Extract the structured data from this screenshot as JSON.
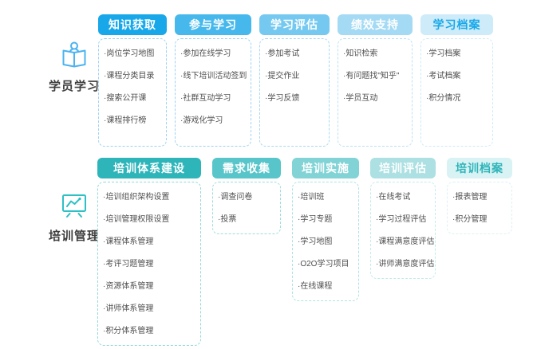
{
  "bullet": "·",
  "rows": [
    {
      "label": "学员学习",
      "icon": "reader-icon",
      "icon_color": "#4bb3f0",
      "columns": [
        {
          "title": "知识获取",
          "header_bg": "#18a8e9",
          "header_text": "#ffffff",
          "border": "#9cd3f0",
          "items": [
            "岗位学习地图",
            "课程分类目录",
            "搜索公开课",
            "课程排行榜"
          ]
        },
        {
          "title": "参与学习",
          "header_bg": "#47b8ec",
          "header_text": "#ffffff",
          "border": "#9cd3f0",
          "items": [
            "参加在线学习",
            "线下培训活动签到",
            "社群互动学习",
            "游戏化学习"
          ]
        },
        {
          "title": "学习评估",
          "header_bg": "#75c9f0",
          "header_text": "#ffffff",
          "border": "#a6d9f2",
          "items": [
            "参加考试",
            "提交作业",
            "学习反馈"
          ]
        },
        {
          "title": "绩效支持",
          "header_bg": "#a4daf4",
          "header_text": "#ffffff",
          "border": "#b9e2f5",
          "items": [
            "知识检索",
            "有问题找\"知乎\"",
            "学员互动"
          ]
        },
        {
          "title": "学习档案",
          "header_bg": "#cdebf9",
          "header_text": "#18a8e9",
          "border": "#cfeaf8",
          "items": [
            "学习档案",
            "考试档案",
            "积分情况"
          ]
        }
      ]
    },
    {
      "label": "培训管理",
      "icon": "presentation-chart-icon",
      "icon_color": "#2dc0c5",
      "columns": [
        {
          "title": "培训体系建设",
          "header_bg": "#2db5ba",
          "header_text": "#ffffff",
          "border": "#92d8da",
          "items": [
            "培训组织架构设置",
            "培训管理权限设置",
            "课程体系管理",
            "考评习题管理",
            "资源体系管理",
            "讲师体系管理",
            "积分体系管理"
          ]
        },
        {
          "title": "需求收集",
          "header_bg": "#57c5c9",
          "header_text": "#ffffff",
          "border": "#9edcde",
          "items": [
            "调查问卷",
            "投票"
          ]
        },
        {
          "title": "培训实施",
          "header_bg": "#81d3d6",
          "header_text": "#ffffff",
          "border": "#ace2e4",
          "items": [
            "培训班",
            "学习专题",
            "学习地图",
            "O2O学习项目",
            "在线课程"
          ]
        },
        {
          "title": "培训评估",
          "header_bg": "#ace0e2",
          "header_text": "#ffffff",
          "border": "#c2ebec",
          "items": [
            "在线考试",
            "学习过程评估",
            "课程满意度评估",
            "讲师满意度评估"
          ]
        },
        {
          "title": "培训档案",
          "header_bg": "#d9f2f3",
          "header_text": "#2db5ba",
          "border": "#daf2f3",
          "items": [
            "报表管理",
            "积分管理"
          ]
        }
      ]
    }
  ]
}
